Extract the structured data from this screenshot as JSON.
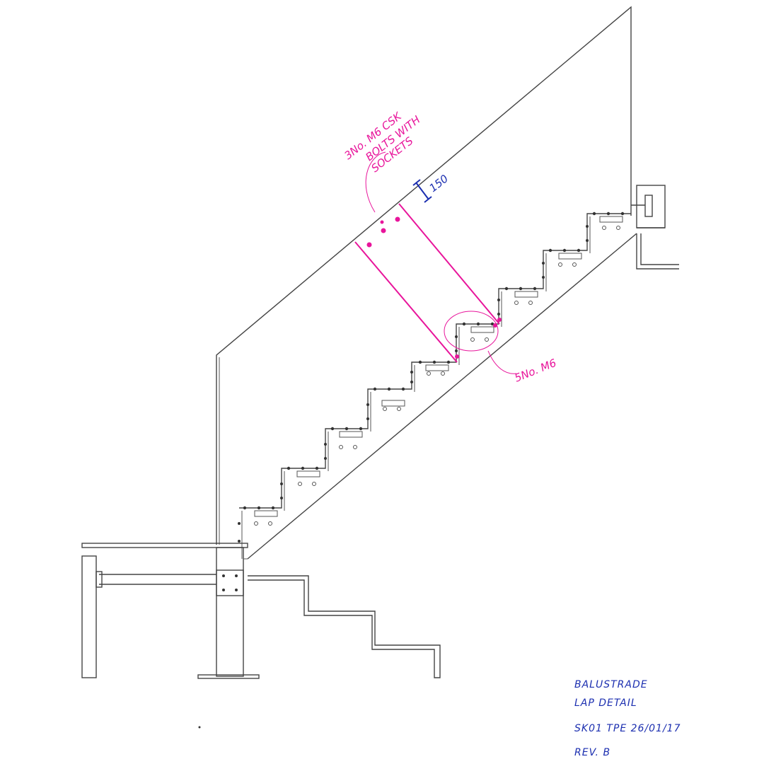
{
  "annotations": {
    "bolts_top": [
      "3No. M6 CSK",
      "BOLTS WITH",
      "SOCKETS"
    ],
    "dimension": "150",
    "bolts_lap": "5No. M6"
  },
  "title_block": {
    "line1": "BALUSTRADE",
    "line2": "LAP DETAIL",
    "line3": "SK01   TPE   26/01/17",
    "line4": "REV. B"
  },
  "colors": {
    "linework": "#444444",
    "markup_pink": "#e8159b",
    "markup_blue": "#1c2fb0"
  }
}
